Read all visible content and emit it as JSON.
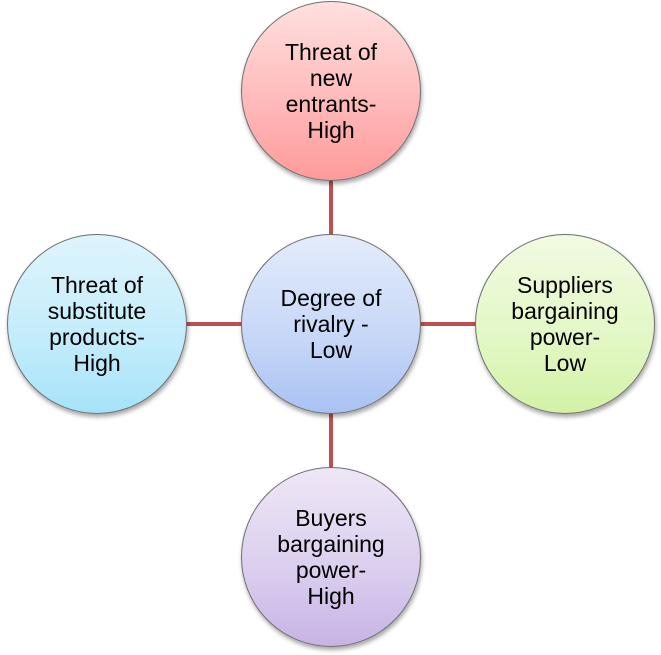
{
  "diagram": {
    "type": "hub-and-spoke",
    "title": "",
    "center": {
      "label": "Degree of\nrivalry -\nLow",
      "color": "#c5d6f7"
    },
    "spokes": [
      {
        "position": "top",
        "label": "Threat of\nnew\nentrants-\nHigh",
        "color": "#ffb0b0"
      },
      {
        "position": "left",
        "label": "Threat of\nsubstitute\nproducts-\nHigh",
        "color": "#c2ecfb"
      },
      {
        "position": "right",
        "label": "Suppliers\nbargaining\npower-\nLow",
        "color": "#e2f7c4"
      },
      {
        "position": "bottom",
        "label": "Buyers\nbargaining\npower-\nHigh",
        "color": "#dacdee"
      }
    ],
    "connector_color": "#c0504d"
  }
}
